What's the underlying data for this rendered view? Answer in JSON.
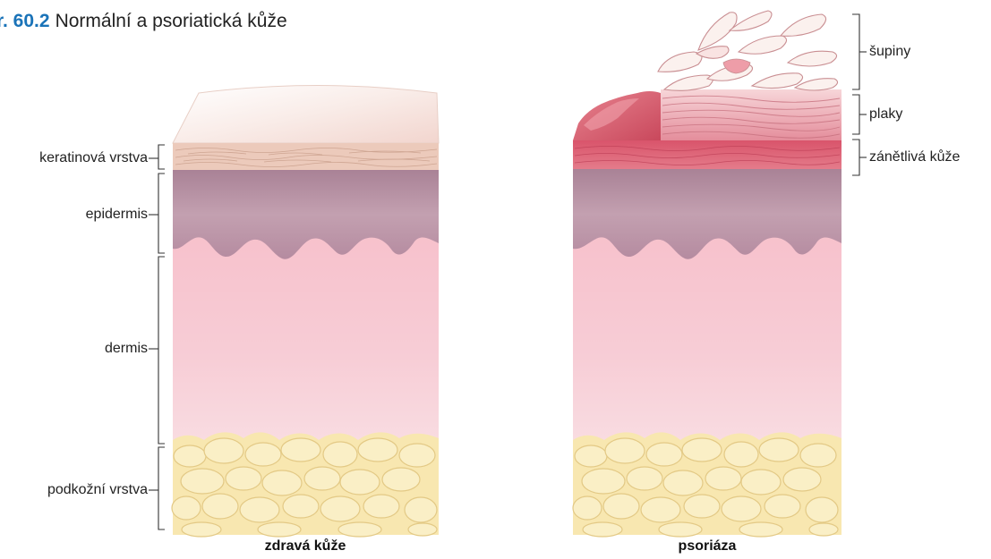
{
  "figure": {
    "number": "r. 60.2",
    "title": "Normální a psoriatická kůže"
  },
  "left_labels": {
    "keratin": "keratinová vrstva",
    "epidermis": "epidermis",
    "dermis": "dermis",
    "subcutis": "podkožní vrstva"
  },
  "right_labels": {
    "scales": "šupiny",
    "plaques": "plaky",
    "inflamed": "zánětlivá kůže"
  },
  "captions": {
    "healthy": "zdravá kůže",
    "psoriasis": "psoriáza"
  },
  "colors": {
    "title_number": "#1a73b8",
    "keratin_healthy": "#ecc9b8",
    "keratin_inflamed": "#d9566c",
    "epidermis": "#b88ea1",
    "dermis": "#f6c6d1",
    "subcutis": "#f8e9b4",
    "fat_cell_outline": "#e2c983",
    "plaque": "#e9a3ad",
    "scale": "#fbf2ef"
  }
}
